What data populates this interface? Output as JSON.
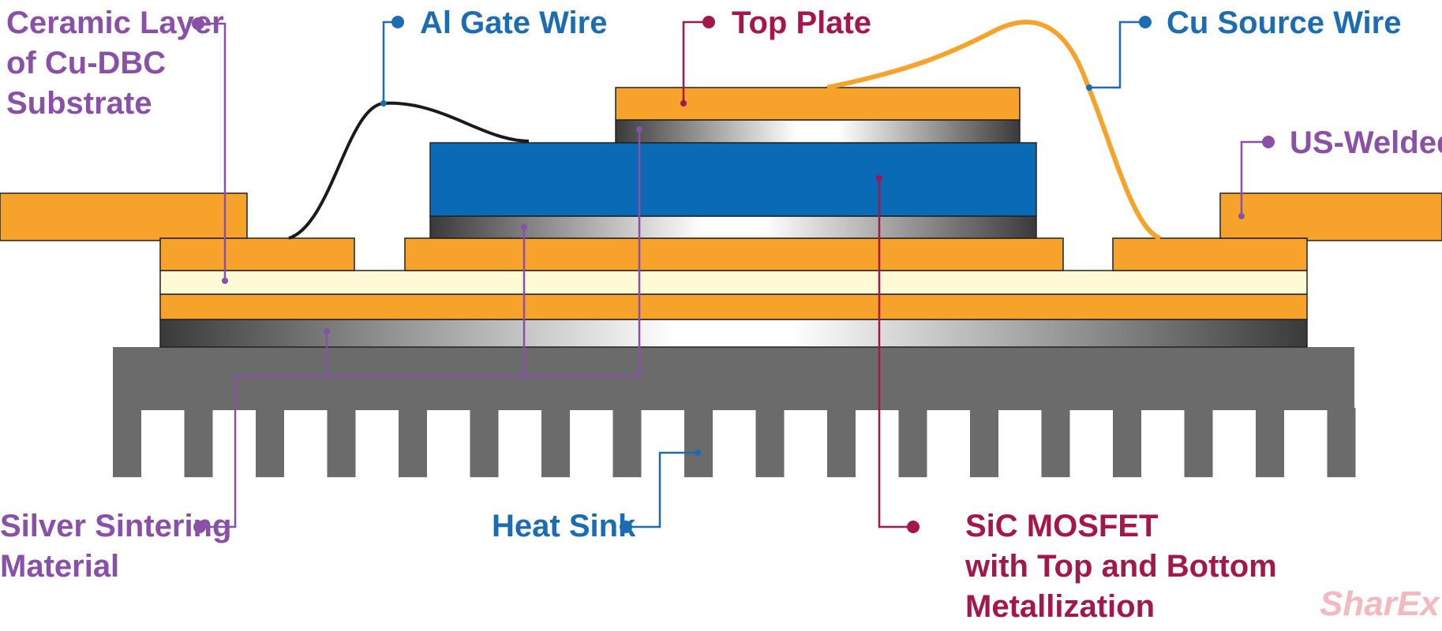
{
  "labels": {
    "ceramic": [
      "Ceramic Layer",
      "of Cu-DBC",
      "Substrate"
    ],
    "al_gate": "Al Gate Wire",
    "top_plate": "Top Plate",
    "cu_source": "Cu Source Wire",
    "us_welded": "US-Welded T",
    "silver": [
      "Silver Sintering",
      "Material"
    ],
    "heat_sink": "Heat Sink",
    "mosfet": [
      "SiC MOSFET",
      "with Top and Bottom",
      "Metallization"
    ]
  },
  "watermark": "SharEx",
  "colors": {
    "copper": "#F7A32B",
    "ceramic": "#FFF9D6",
    "mosfet_blue": "#0A6AB6",
    "heat_sink": "#6B6B6B",
    "purple": "#8A4FA6",
    "blue": "#1C6CB4",
    "crimson": "#A3174B",
    "wire_black": "#1A1A1A",
    "watermark": "#F4B8BF"
  }
}
